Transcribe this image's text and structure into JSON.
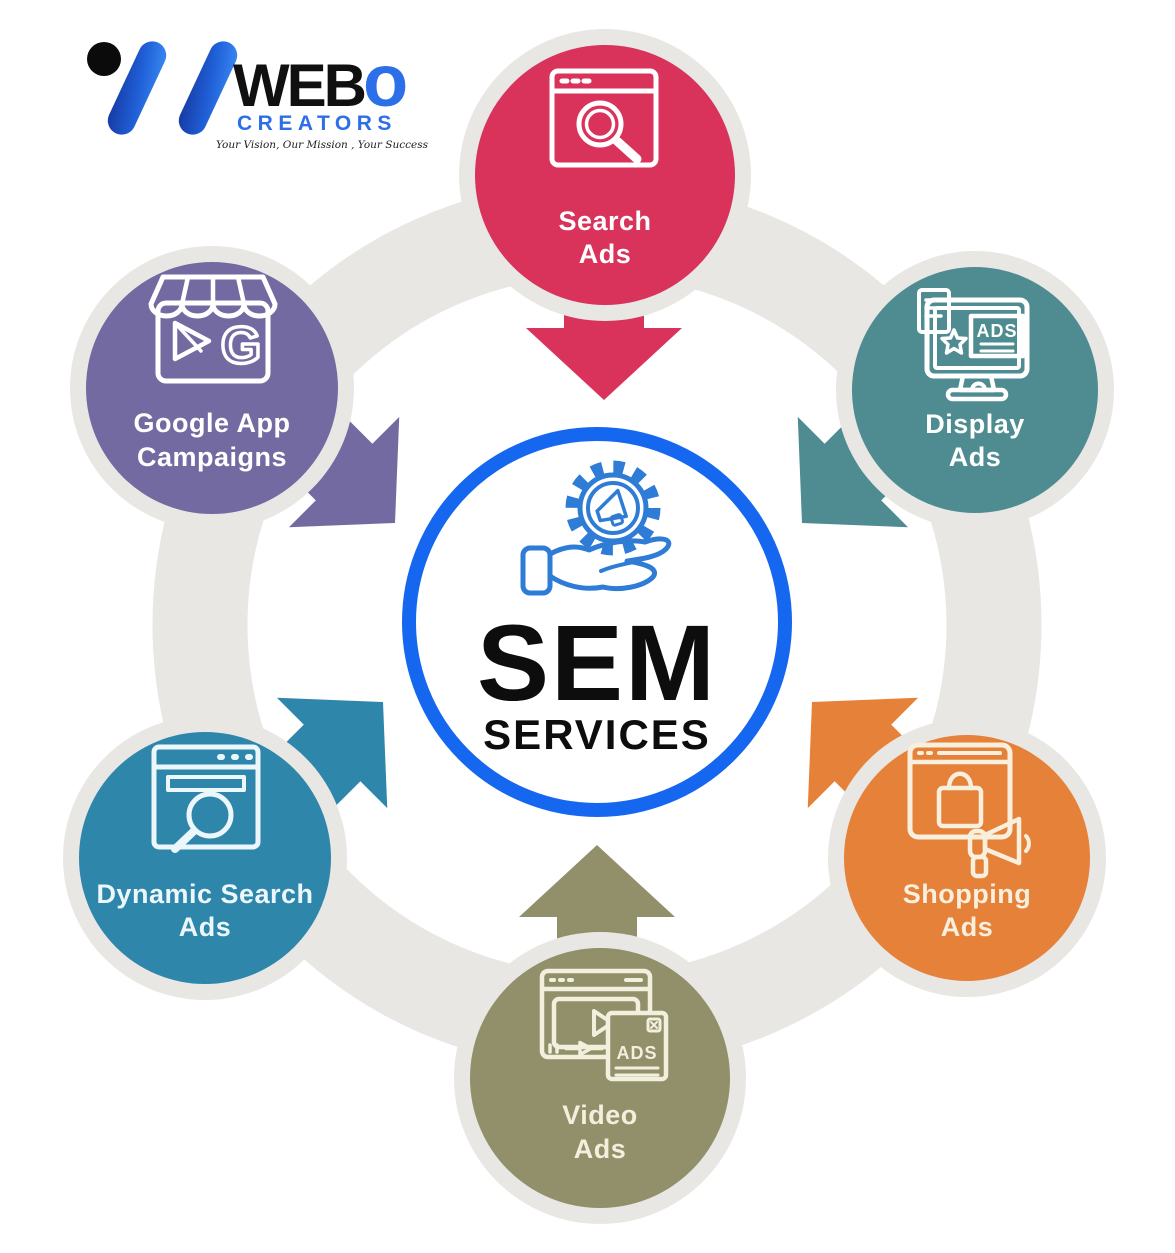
{
  "logo": {
    "wordmark_black": "WEB",
    "wordmark_accent": "o",
    "subtitle": "CREATORS",
    "tagline": "Your Vision, Our Mission , Your Success",
    "accent_color": "#2c6fe8",
    "text_color": "#101010"
  },
  "center": {
    "title": "SEM",
    "subtitle": "SERVICES",
    "title_color": "#0d0d0d",
    "ring_color": "#1667f0",
    "icon": "gear-megaphone-hand-icon",
    "icon_color": "#2e7cd6"
  },
  "palette": {
    "ring": "#e8e7e4",
    "halo": "#e8e7e4",
    "background": "#ffffff"
  },
  "nodes": [
    {
      "id": "search-ads",
      "lines": [
        "Search",
        "Ads"
      ],
      "color": "#d9325b",
      "text_color": "#ffffff",
      "icon": "browser-search-icon",
      "position": "top"
    },
    {
      "id": "display-ads",
      "lines": [
        "Display",
        "Ads"
      ],
      "color": "#4f8c91",
      "text_color": "#ffffff",
      "icon": "monitor-ads-icon",
      "icon_text": "ADS",
      "position": "upper-right"
    },
    {
      "id": "shopping-ads",
      "lines": [
        "Shopping",
        "Ads"
      ],
      "color": "#e58139",
      "text_color": "#f9efdd",
      "icon": "browser-bag-megaphone-icon",
      "position": "lower-right"
    },
    {
      "id": "video-ads",
      "lines": [
        "Video",
        "Ads"
      ],
      "color": "#91906b",
      "text_color": "#f2efdc",
      "icon": "video-player-ads-icon",
      "icon_text": "ADS",
      "position": "bottom"
    },
    {
      "id": "dynamic-search-ads",
      "lines": [
        "Dynamic Search",
        "Ads"
      ],
      "color": "#2e86ab",
      "text_color": "#ecf7fb",
      "icon": "browser-searchbar-magnifier-icon",
      "position": "lower-left"
    },
    {
      "id": "google-app-campaigns",
      "lines": [
        "Google App",
        "Campaigns"
      ],
      "color": "#746aa2",
      "text_color": "#ffffff",
      "icon": "store-play-g-icon",
      "icon_text": "G",
      "position": "upper-left"
    }
  ]
}
